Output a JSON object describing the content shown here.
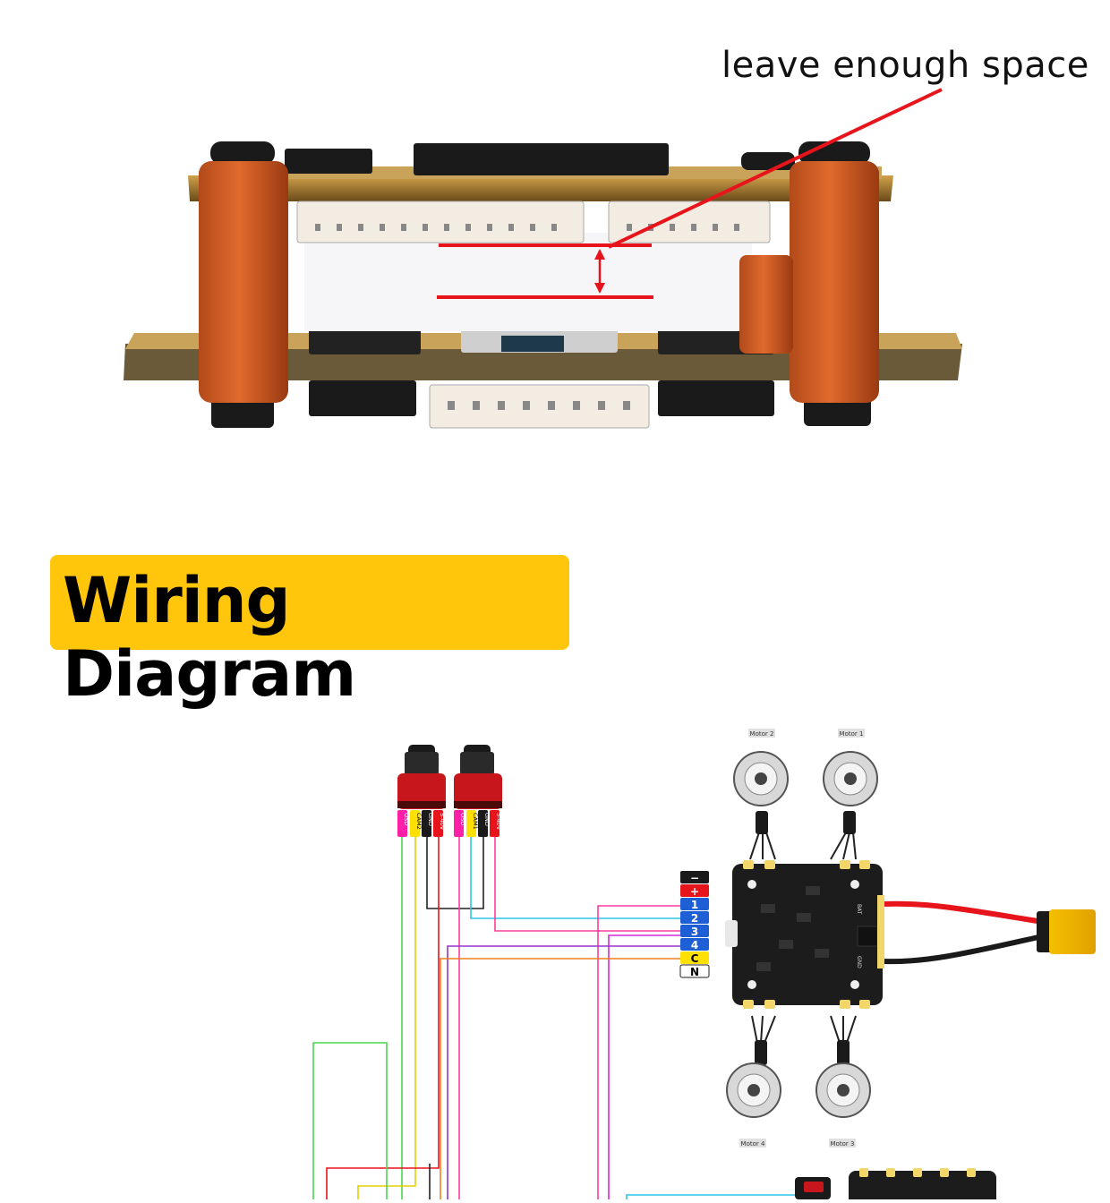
{
  "annotation": {
    "text": "leave enough space",
    "line_color": "#E8141C"
  },
  "section": {
    "title": "Wiring Diagram",
    "bg_color": "#FFC60B"
  },
  "cameras": [
    {
      "pins": [
        "OSD",
        "CAM2",
        "GND",
        "5-40V"
      ],
      "pin_colors": [
        "#FF1FA8",
        "#FFE000",
        "#1a1a1a",
        "#E8141C"
      ]
    },
    {
      "pins": [
        "OSD",
        "CAM1",
        "GND",
        "5-40V"
      ],
      "pin_colors": [
        "#FF1FA8",
        "#FFE000",
        "#1a1a1a",
        "#E8141C"
      ]
    }
  ],
  "esc_pins": [
    {
      "label": "−",
      "color": "#1a1a1a"
    },
    {
      "label": "+",
      "color": "#E8141C"
    },
    {
      "label": "1",
      "color": "#1f5fd6"
    },
    {
      "label": "2",
      "color": "#1f5fd6"
    },
    {
      "label": "3",
      "color": "#1f5fd6"
    },
    {
      "label": "4",
      "color": "#1f5fd6"
    },
    {
      "label": "C",
      "color": "#FFE000"
    },
    {
      "label": "N",
      "color": "#ffffff"
    }
  ],
  "motors": [
    "Motor 2",
    "Motor 1",
    "Motor 4",
    "Motor 3"
  ],
  "board_labels": {
    "bat": "BAT",
    "gnd": "GND"
  },
  "wire_colors": {
    "cyan": "#29C6E8",
    "magenta": "#D62AD6",
    "orange": "#F08020",
    "pink": "#FF3AA0",
    "red": "#E8141C",
    "green": "#4BD84B",
    "yellow": "#E0D000",
    "purple": "#9933CC",
    "black": "#222222"
  }
}
